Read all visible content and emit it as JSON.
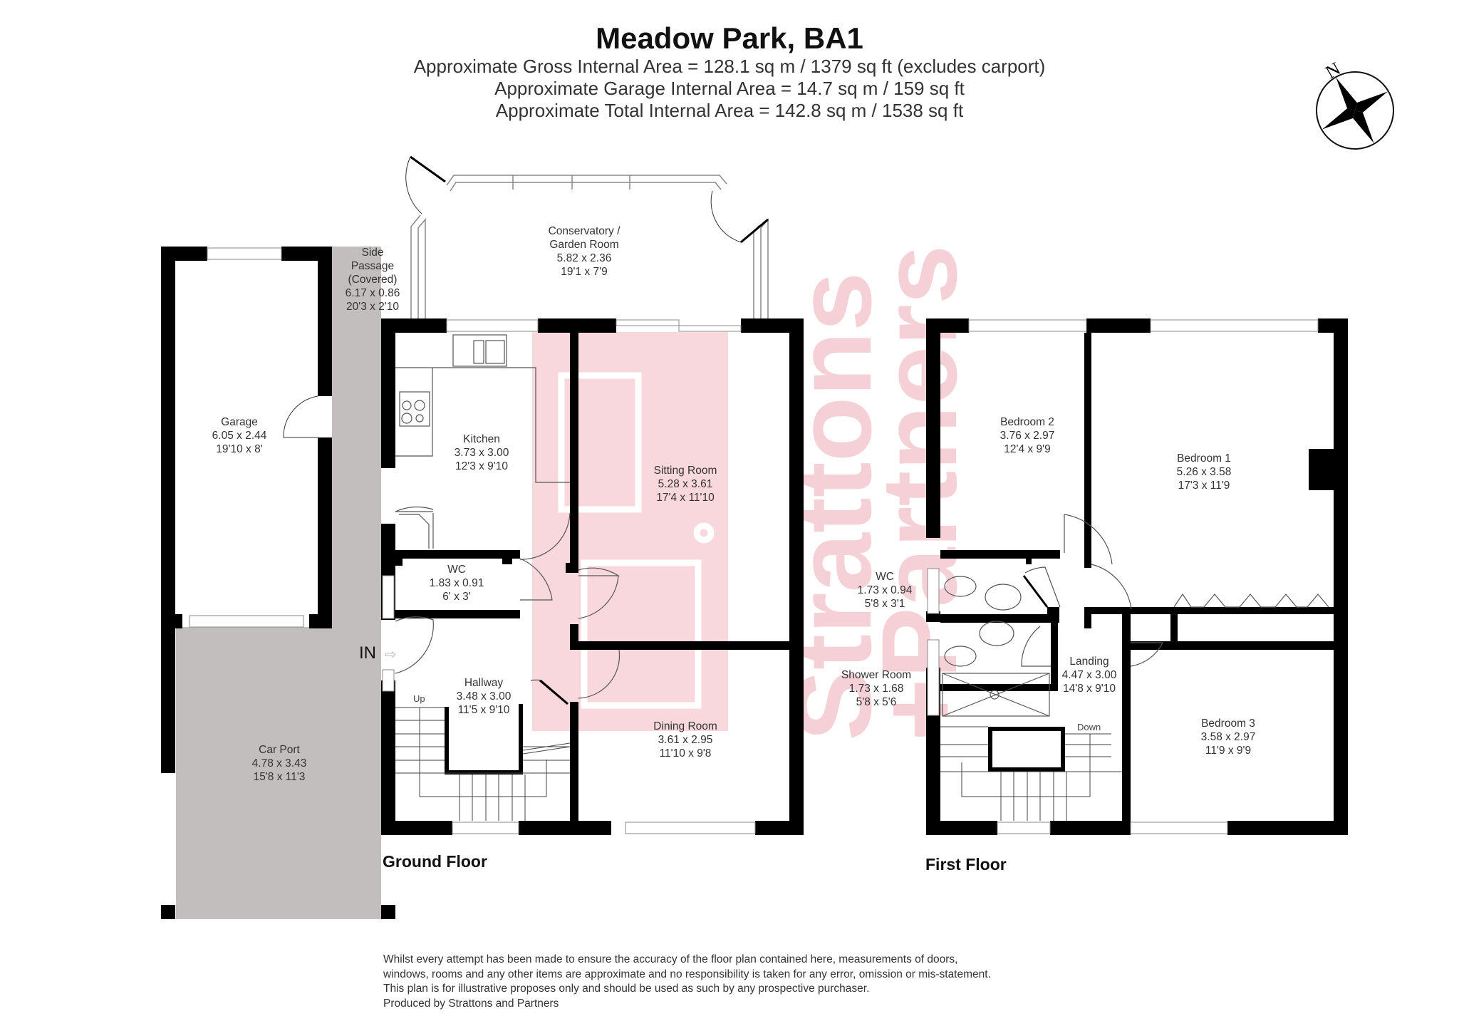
{
  "header": {
    "title": "Meadow Park, BA1",
    "gross_area": "Approximate Gross Internal Area = 128.1 sq m / 1379 sq ft (excludes carport)",
    "garage_area": "Approximate Garage Internal Area = 14.7 sq m / 159 sq ft",
    "total_area": "Approximate Total Internal Area = 142.8 sq m / 1538 sq ft"
  },
  "compass": {
    "label": "N",
    "icon": "compass-rose-icon"
  },
  "watermark": {
    "line1": "Strattons",
    "line2": "+Partners",
    "color": "#f4c9d1"
  },
  "colors": {
    "wall": "#000000",
    "outdoor_shade": "#c2bebe",
    "accent_pink": "#f8d7dd"
  },
  "ground_floor": {
    "label": "Ground Floor",
    "entrance_label": "IN",
    "stairs_label": "Up",
    "rooms": {
      "conservatory": {
        "name": "Conservatory /",
        "name2": "Garden Room",
        "metric": "5.82 x 2.36",
        "imperial": "19'1 x 7'9"
      },
      "side_passage": {
        "name": "Side",
        "name2": "Passage",
        "name3": "(Covered)",
        "metric": "6.17 x 0.86",
        "imperial": "20'3 x 2'10"
      },
      "garage": {
        "name": "Garage",
        "metric": "6.05 x 2.44",
        "imperial": "19'10 x 8'"
      },
      "kitchen": {
        "name": "Kitchen",
        "metric": "3.73 x 3.00",
        "imperial": "12'3 x 9'10"
      },
      "sitting_room": {
        "name": "Sitting Room",
        "metric": "5.28 x 3.61",
        "imperial": "17'4 x 11'10"
      },
      "wc": {
        "name": "WC",
        "metric": "1.83 x 0.91",
        "imperial": "6' x 3'"
      },
      "hallway": {
        "name": "Hallway",
        "metric": "3.48 x 3.00",
        "imperial": "11'5 x 9'10"
      },
      "dining_room": {
        "name": "Dining Room",
        "metric": "3.61 x 2.95",
        "imperial": "11'10 x 9'8"
      },
      "car_port": {
        "name": "Car Port",
        "metric": "4.78 x 3.43",
        "imperial": "15'8 x 11'3"
      }
    }
  },
  "first_floor": {
    "label": "First Floor",
    "stairs_label": "Down",
    "rooms": {
      "bedroom2": {
        "name": "Bedroom 2",
        "metric": "3.76 x 2.97",
        "imperial": "12'4 x 9'9"
      },
      "bedroom1": {
        "name": "Bedroom 1",
        "metric": "5.26 x 3.58",
        "imperial": "17'3 x 11'9"
      },
      "wc": {
        "name": "WC",
        "metric": "1.73 x 0.94",
        "imperial": "5'8 x 3'1"
      },
      "shower_room": {
        "name": "Shower Room",
        "metric": "1.73 x 1.68",
        "imperial": "5'8 x 5'6"
      },
      "landing": {
        "name": "Landing",
        "metric": "4.47 x 3.00",
        "imperial": "14'8 x 9'10"
      },
      "bedroom3": {
        "name": "Bedroom 3",
        "metric": "3.58 x 2.97",
        "imperial": "11'9 x 9'9"
      }
    }
  },
  "disclaimer": {
    "line1": "Whilst every attempt has been made to ensure the accuracy of the floor plan contained here, measurements of doors,",
    "line2": "windows, rooms and any other items are approximate and no responsibility is taken for any error, omission or mis-statement.",
    "line3": "This plan is for illustrative proposes only and should be used as such by any prospective purchaser.",
    "line4": "Produced by Strattons and Partners"
  }
}
